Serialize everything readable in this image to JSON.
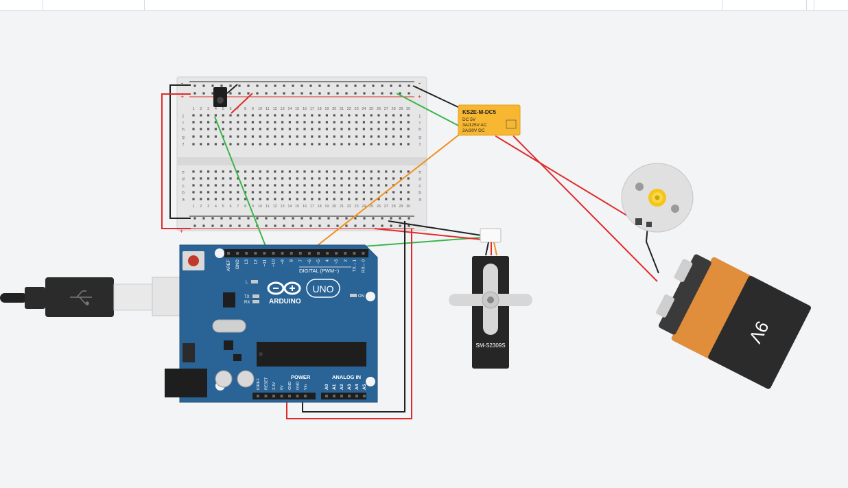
{
  "colors": {
    "canvas": "#f3f4f6",
    "wire_red": "#e02b2b",
    "wire_black": "#222222",
    "wire_green": "#3ab54a",
    "wire_orange": "#f0901e",
    "arduino_blue": "#2a6496",
    "relay_yellow": "#f7b731"
  },
  "arduino": {
    "label_digital": "DIGITAL (PWM~)",
    "label_logo": "ARDUINO",
    "label_uno": "UNO",
    "label_on": "ON",
    "label_l": "L",
    "label_tx": "TX",
    "label_rx": "RX",
    "label_power": "POWER",
    "label_analog": "ANALOG IN",
    "top_pins": [
      "AREF",
      "GND",
      "13",
      "12",
      "~11",
      "~10",
      "~9",
      "8",
      "7",
      "~6",
      "~5",
      "4",
      "~3",
      "2",
      "TX→1",
      "RX←0"
    ],
    "power_pins": [
      "IOREF",
      "RESET",
      "3.3V",
      "5V",
      "GND",
      "GND",
      "Vin"
    ],
    "analog_pins": [
      "A0",
      "A1",
      "A2",
      "A3",
      "A4",
      "A5"
    ]
  },
  "relay": {
    "model": "KS2E-M-DC5",
    "line1": "DC 5V",
    "line2": "3A/125V AC",
    "line3": "2A/30V DC"
  },
  "servo": {
    "model": "SM-S2309S"
  },
  "battery": {
    "label": "9V"
  },
  "breadboard": {
    "plus": "+",
    "minus": "-",
    "row_letters_top": [
      "j",
      "i",
      "h",
      "g",
      "f"
    ],
    "row_letters_bottom": [
      "e",
      "d",
      "c",
      "b",
      "a"
    ],
    "col_numbers": [
      "1",
      "2",
      "3",
      "4",
      "5",
      "6",
      "7",
      "8",
      "9",
      "10",
      "11",
      "12",
      "13",
      "14",
      "15",
      "16",
      "17",
      "18",
      "19",
      "20",
      "21",
      "22",
      "23",
      "24",
      "25",
      "26",
      "27",
      "28",
      "29",
      "30"
    ]
  },
  "icons": {
    "usb_symbol": "usb-icon",
    "motor_fan": "fan-icon"
  }
}
